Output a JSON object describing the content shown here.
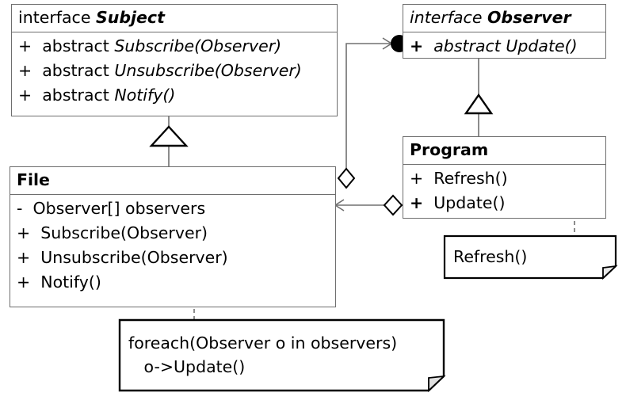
{
  "diagram": {
    "title": "Observer pattern UML class diagram",
    "type": "uml-class-diagram",
    "colors": {
      "background": "#ffffff",
      "box_border": "#6e6e6e",
      "note_border": "#000000",
      "connector": "#707070",
      "text": "#000000"
    }
  },
  "classes": {
    "subject": {
      "stereotype": "interface",
      "name": "Subject",
      "title_full": "interface Subject",
      "members": [
        {
          "visibility": "+",
          "text": "abstract Subscribe(Observer)",
          "modifier": "abstract",
          "signature": "Subscribe(Observer)"
        },
        {
          "visibility": "+",
          "text": "abstract Unsubscribe(Observer)",
          "modifier": "abstract",
          "signature": "Unsubscribe(Observer)"
        },
        {
          "visibility": "+",
          "text": "abstract Notify()",
          "modifier": "abstract",
          "signature": "Notify()"
        }
      ]
    },
    "observer": {
      "stereotype": "interface",
      "name": "Observer",
      "title_full": "interface Observer",
      "members": [
        {
          "visibility": "+",
          "text": "abstract Update()",
          "modifier": "abstract",
          "signature": "Update()"
        }
      ]
    },
    "file": {
      "name": "File",
      "members": [
        {
          "visibility": "-",
          "text": "Observer[] observers",
          "signature": "Observer[] observers"
        },
        {
          "visibility": "+",
          "text": "Subscribe(Observer)",
          "signature": "Subscribe(Observer)"
        },
        {
          "visibility": "+",
          "text": "Unsubscribe(Observer)",
          "signature": "Unsubscribe(Observer)"
        },
        {
          "visibility": "+",
          "text": "Notify()",
          "signature": "Notify()"
        }
      ]
    },
    "program": {
      "name": "Program",
      "members": [
        {
          "visibility": "+",
          "text": "Refresh()",
          "signature": "Refresh()"
        },
        {
          "visibility": "+",
          "text": "Update()",
          "signature": "Update()"
        }
      ]
    }
  },
  "notes": {
    "file_notify": {
      "lines": [
        "foreach(Observer o in observers)",
        "   o->Update()"
      ],
      "line1": "foreach(Observer o in observers)",
      "line2": "   o->Update()",
      "attached_to": "File.Notify()"
    },
    "program_update": {
      "lines": [
        "Refresh()"
      ],
      "line1": "Refresh()",
      "attached_to": "Program.Update()"
    }
  },
  "relations": [
    {
      "kind": "generalization",
      "from": "File",
      "to": "Subject",
      "marker": "hollow-triangle"
    },
    {
      "kind": "generalization",
      "from": "Program",
      "to": "Observer",
      "marker": "hollow-triangle"
    },
    {
      "kind": "aggregation",
      "from": "File",
      "to": "Observer",
      "marker": "hollow-diamond",
      "end_marker": "filled-circle-arrow"
    },
    {
      "kind": "aggregation",
      "from": "Program",
      "to": "File",
      "marker": "hollow-diamond",
      "end_marker": "open-arrow"
    }
  ]
}
